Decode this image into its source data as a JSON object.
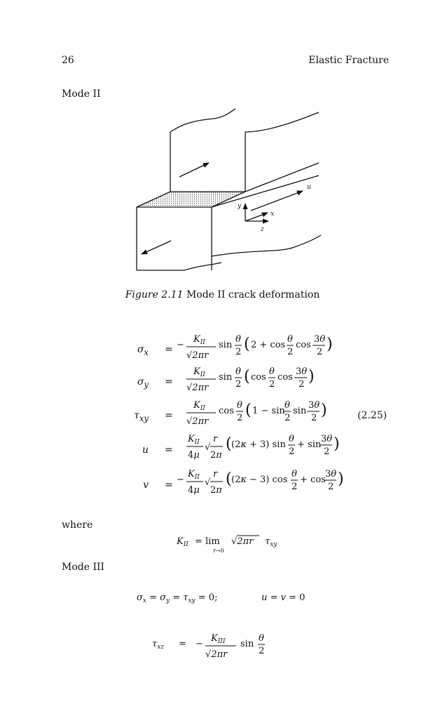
{
  "header": {
    "page_number": "26",
    "running_title": "Elastic Fracture"
  },
  "sections": {
    "mode2": "Mode II",
    "mode3": "Mode III",
    "where": "where"
  },
  "figure": {
    "caption_label": "Figure 2.11",
    "caption_text": "Mode II crack deformation",
    "axis_labels": {
      "y": "y",
      "x": "x",
      "z": "z",
      "u": "u"
    }
  },
  "equations": {
    "number": "(2.25)",
    "rows": [
      {
        "lhs": "σ",
        "sub": "x"
      },
      {
        "lhs": "σ",
        "sub": "y"
      },
      {
        "lhs": "τ",
        "sub": "xy"
      },
      {
        "lhs": "u",
        "sub": ""
      },
      {
        "lhs": "v",
        "sub": ""
      }
    ]
  }
}
